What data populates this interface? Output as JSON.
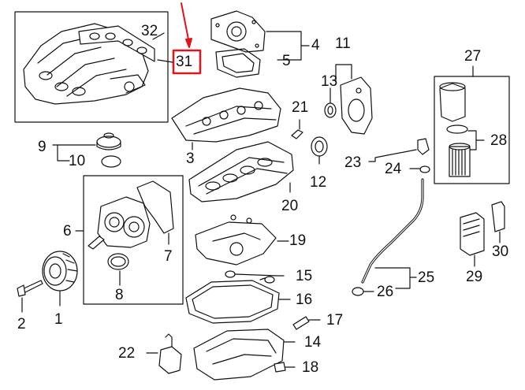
{
  "diagram": {
    "highlight_color": "#e0151b",
    "line_color": "#111111",
    "highlighted_callout": "31",
    "callouts": [
      {
        "id": "c1",
        "label": "1"
      },
      {
        "id": "c2",
        "label": "2"
      },
      {
        "id": "c3",
        "label": "3"
      },
      {
        "id": "c4",
        "label": "4"
      },
      {
        "id": "c5",
        "label": "5"
      },
      {
        "id": "c6",
        "label": "6"
      },
      {
        "id": "c7",
        "label": "7"
      },
      {
        "id": "c8",
        "label": "8"
      },
      {
        "id": "c9",
        "label": "9"
      },
      {
        "id": "c10",
        "label": "10"
      },
      {
        "id": "c11",
        "label": "11"
      },
      {
        "id": "c12",
        "label": "12"
      },
      {
        "id": "c13",
        "label": "13"
      },
      {
        "id": "c14",
        "label": "14"
      },
      {
        "id": "c15",
        "label": "15"
      },
      {
        "id": "c16",
        "label": "16"
      },
      {
        "id": "c17",
        "label": "17"
      },
      {
        "id": "c18",
        "label": "18"
      },
      {
        "id": "c19",
        "label": "19"
      },
      {
        "id": "c20",
        "label": "20"
      },
      {
        "id": "c21",
        "label": "21"
      },
      {
        "id": "c22",
        "label": "22"
      },
      {
        "id": "c23",
        "label": "23"
      },
      {
        "id": "c24",
        "label": "24"
      },
      {
        "id": "c25",
        "label": "25"
      },
      {
        "id": "c26",
        "label": "26"
      },
      {
        "id": "c27",
        "label": "27"
      },
      {
        "id": "c28",
        "label": "28"
      },
      {
        "id": "c29",
        "label": "29"
      },
      {
        "id": "c30",
        "label": "30"
      },
      {
        "id": "c31",
        "label": "31"
      },
      {
        "id": "c32",
        "label": "32"
      }
    ]
  }
}
